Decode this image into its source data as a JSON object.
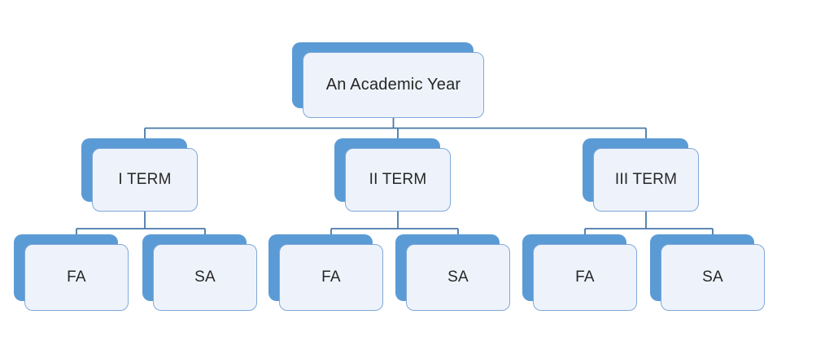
{
  "diagram": {
    "root": {
      "label": "An Academic Year"
    },
    "terms": [
      {
        "label": "I TERM",
        "children": [
          {
            "label": "FA"
          },
          {
            "label": "SA"
          }
        ]
      },
      {
        "label": "II TERM",
        "children": [
          {
            "label": "FA"
          },
          {
            "label": "SA"
          }
        ]
      },
      {
        "label": "III TERM",
        "children": [
          {
            "label": "FA"
          },
          {
            "label": "SA"
          }
        ]
      }
    ],
    "colors": {
      "node-shadow": "#5B9BD5",
      "node-border": "#7FA8D9",
      "node-fill": "#EEF3FB",
      "connector": "#4878A8",
      "text": "#262626",
      "background": "#FFFFFF"
    }
  }
}
